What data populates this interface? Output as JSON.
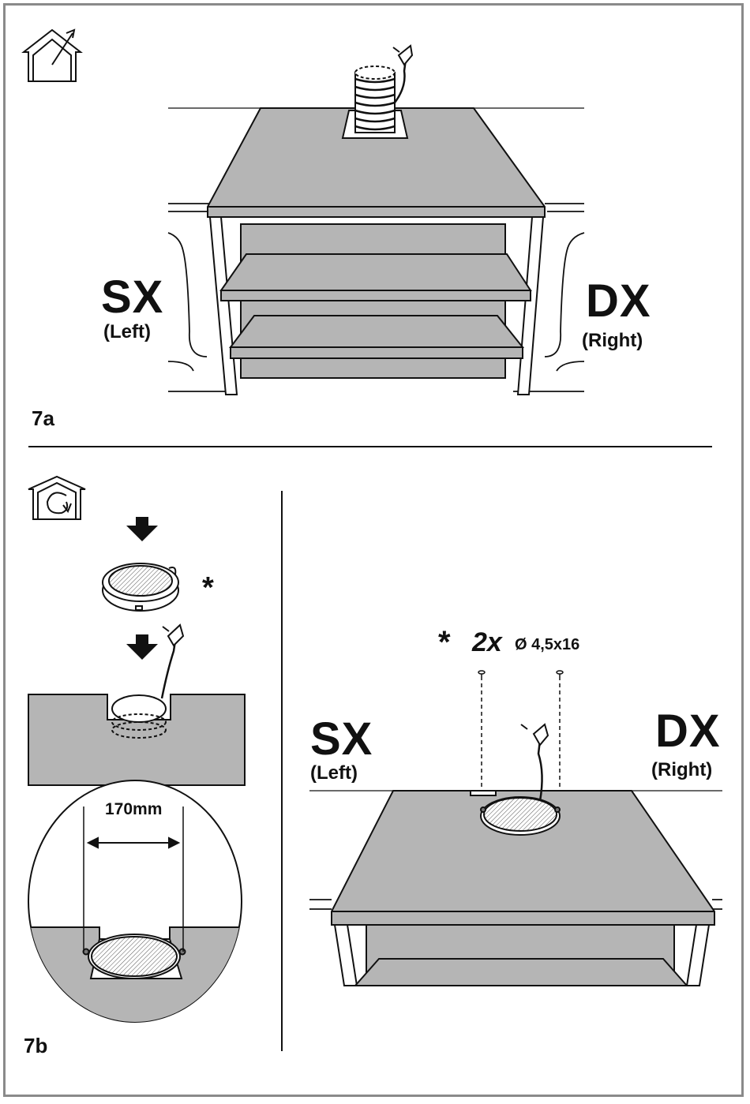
{
  "figure_a": {
    "label": "7a",
    "left_code": "SX",
    "left_word": "(Left)",
    "right_code": "DX",
    "right_word": "(Right)",
    "icon": "ducted-venting-house-icon"
  },
  "figure_b": {
    "label": "7b",
    "left_code": "SX",
    "left_word": "(Left)",
    "right_code": "DX",
    "right_word": "(Right)",
    "icon": "recirculation-house-icon",
    "filter_marker": "*",
    "screw_marker": "*",
    "screw_qty": "2x",
    "screw_spec": "Ø 4,5x16",
    "distance": "170mm"
  },
  "colors": {
    "panel": "#b5b5b5",
    "line": "#111111",
    "frame": "#8a8a8a"
  }
}
